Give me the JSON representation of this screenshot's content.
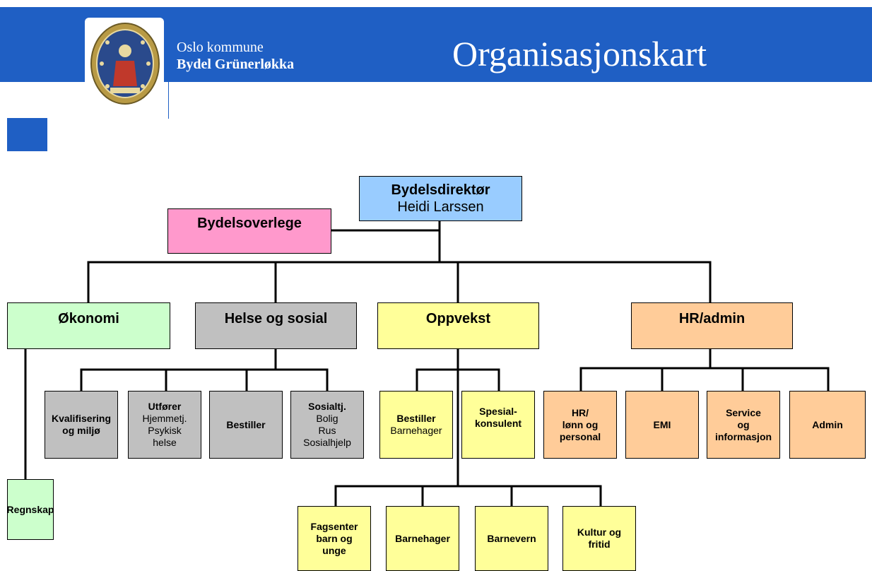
{
  "header": {
    "org_line1": "Oslo kommune",
    "org_line2": "Bydel Grünerløkka",
    "title": "Organisasjonskart",
    "banner_color": "#1f5fc4",
    "logo_icon": "oslo-city-seal"
  },
  "chart": {
    "director": {
      "title": "Bydelsdirektør",
      "name": "Heidi Larssen"
    },
    "overlege": "Bydelsoverlege",
    "departments": {
      "okonomi": {
        "label": "Økonomi",
        "units": {
          "regnskap": "Regnskap"
        }
      },
      "helse": {
        "label": "Helse og sosial",
        "units": {
          "kval": {
            "line1": "Kvalifisering",
            "line2": "og miljø"
          },
          "utforer": {
            "title": "Utfører",
            "line1": "Hjemmetj.",
            "line2": "Psykisk",
            "line3": "helse"
          },
          "bestiller": "Bestiller",
          "sosial": {
            "title": "Sosialtj.",
            "line1": "Bolig",
            "line2": "Rus",
            "line3": "Sosialhjelp"
          }
        }
      },
      "oppvekst": {
        "label": "Oppvekst",
        "units": {
          "bestiller": {
            "title": "Bestiller",
            "sub": "Barnehager"
          },
          "spesial": {
            "line1": "Spesial-",
            "line2": "konsulent"
          },
          "fagsenter": {
            "line1": "Fagsenter",
            "line2": "barn og",
            "line3": "unge"
          },
          "barnehager": "Barnehager",
          "barnevern": "Barnevern",
          "kultur": {
            "line1": "Kultur og",
            "line2": "fritid"
          }
        }
      },
      "hr": {
        "label": "HR/admin",
        "units": {
          "hrlonn": {
            "line1": "HR/",
            "line2": "lønn og",
            "line3": "personal"
          },
          "emi": "EMI",
          "service": {
            "line1": "Service",
            "line2": "og",
            "line3": "informasjon"
          },
          "admin": "Admin"
        }
      }
    }
  },
  "colors": {
    "director": "#99ccff",
    "overlege": "#ff99cc",
    "okonomi": "#ccffcc",
    "helse": "#c0c0c0",
    "oppvekst": "#ffff99",
    "hr": "#ffcc99"
  }
}
